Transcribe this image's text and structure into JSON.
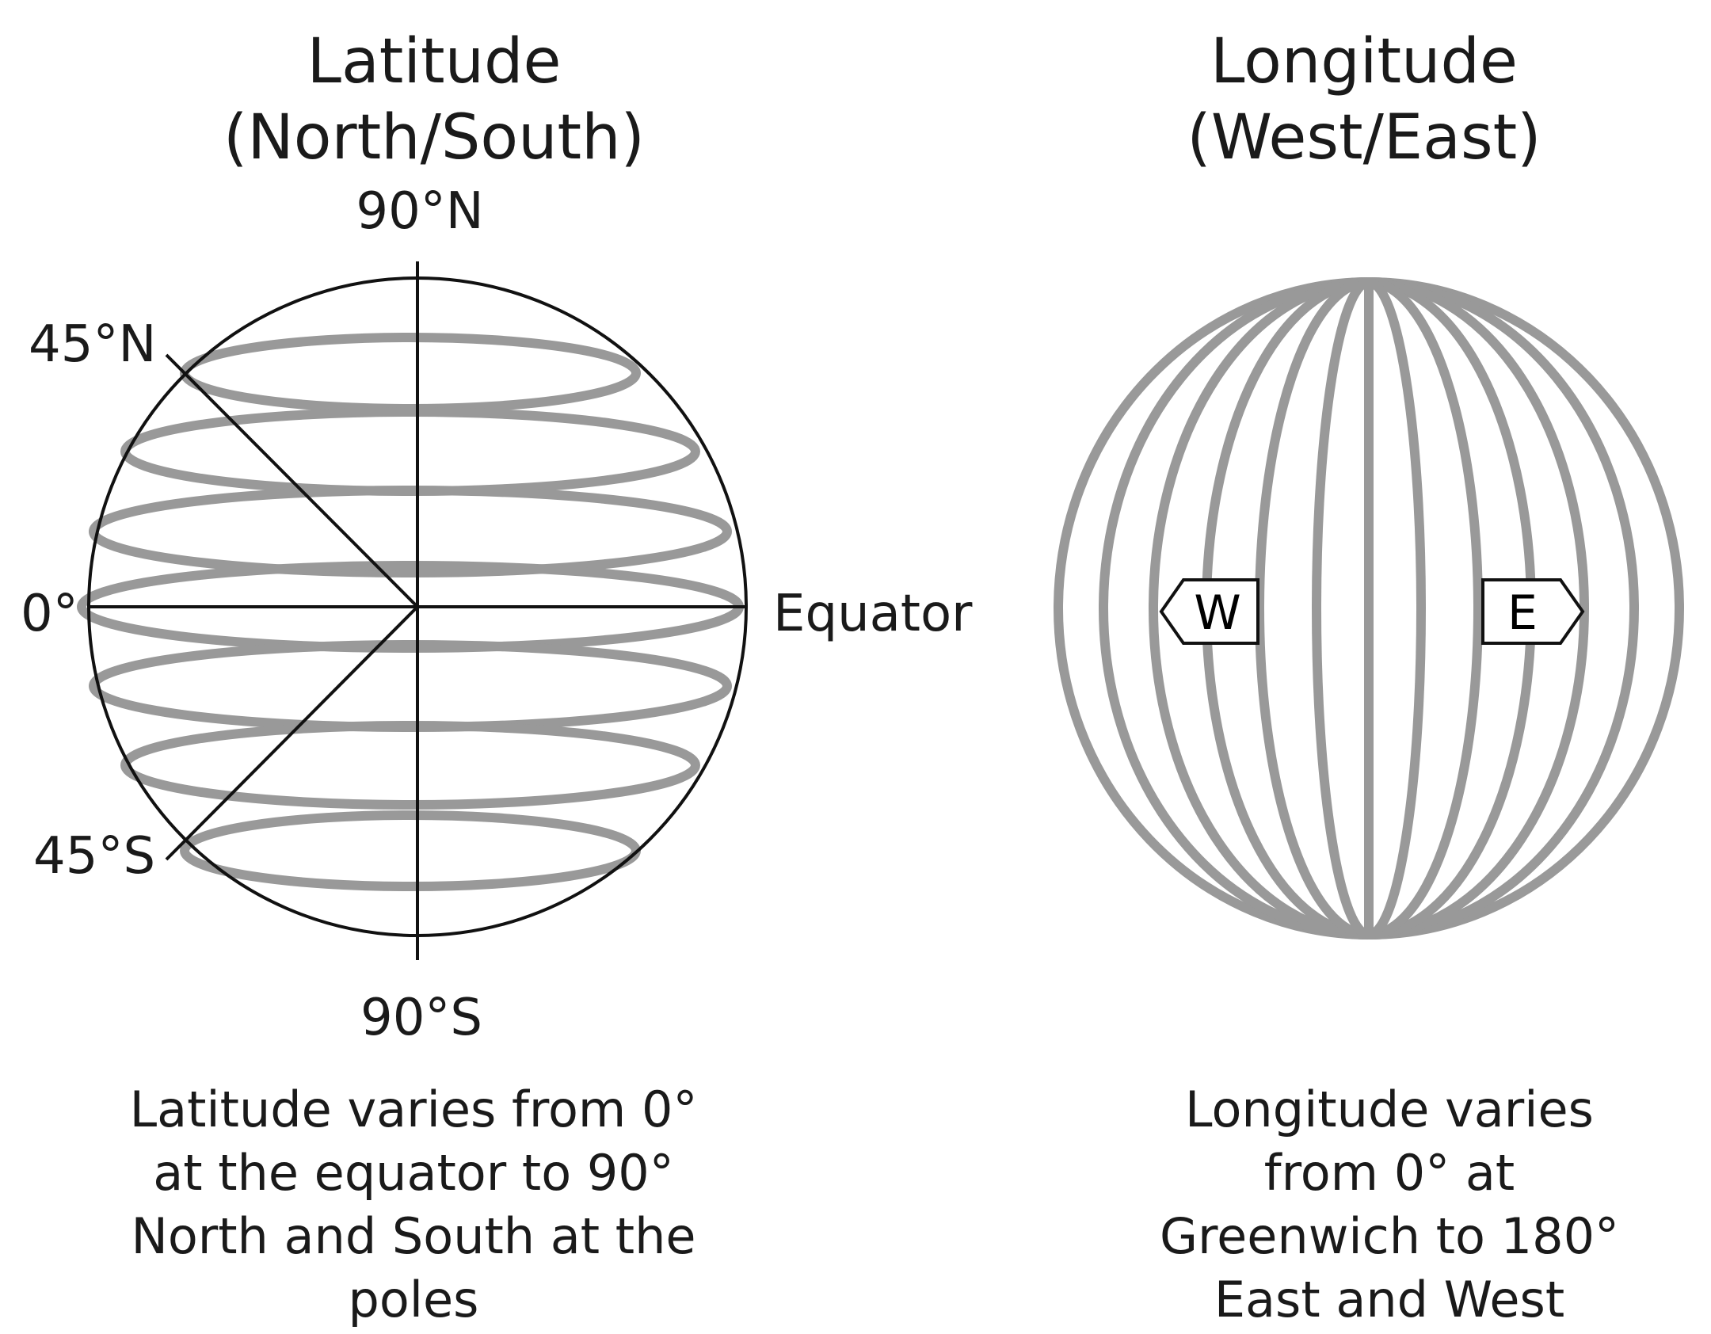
{
  "latitude": {
    "title_line1": "Latitude",
    "title_line2": "(North/South)",
    "labels": {
      "north_pole": "90°N",
      "north_45": "45°N",
      "zero": "0°",
      "equator": "Equator",
      "south_45": "45°S",
      "south_pole": "90°S"
    },
    "caption": [
      "Latitude varies from 0°",
      "at the equator to 90°",
      "North and South at the",
      "poles"
    ]
  },
  "longitude": {
    "title_line1": "Longitude",
    "title_line2": "(West/East)",
    "west_marker": "W",
    "east_marker": "E",
    "caption": [
      "Longitude varies",
      "from 0° at",
      "Greenwich to 180°",
      "East and West"
    ]
  },
  "colors": {
    "line_gray": "#999999",
    "outline": "#111111",
    "text": "#1a1a1a"
  }
}
